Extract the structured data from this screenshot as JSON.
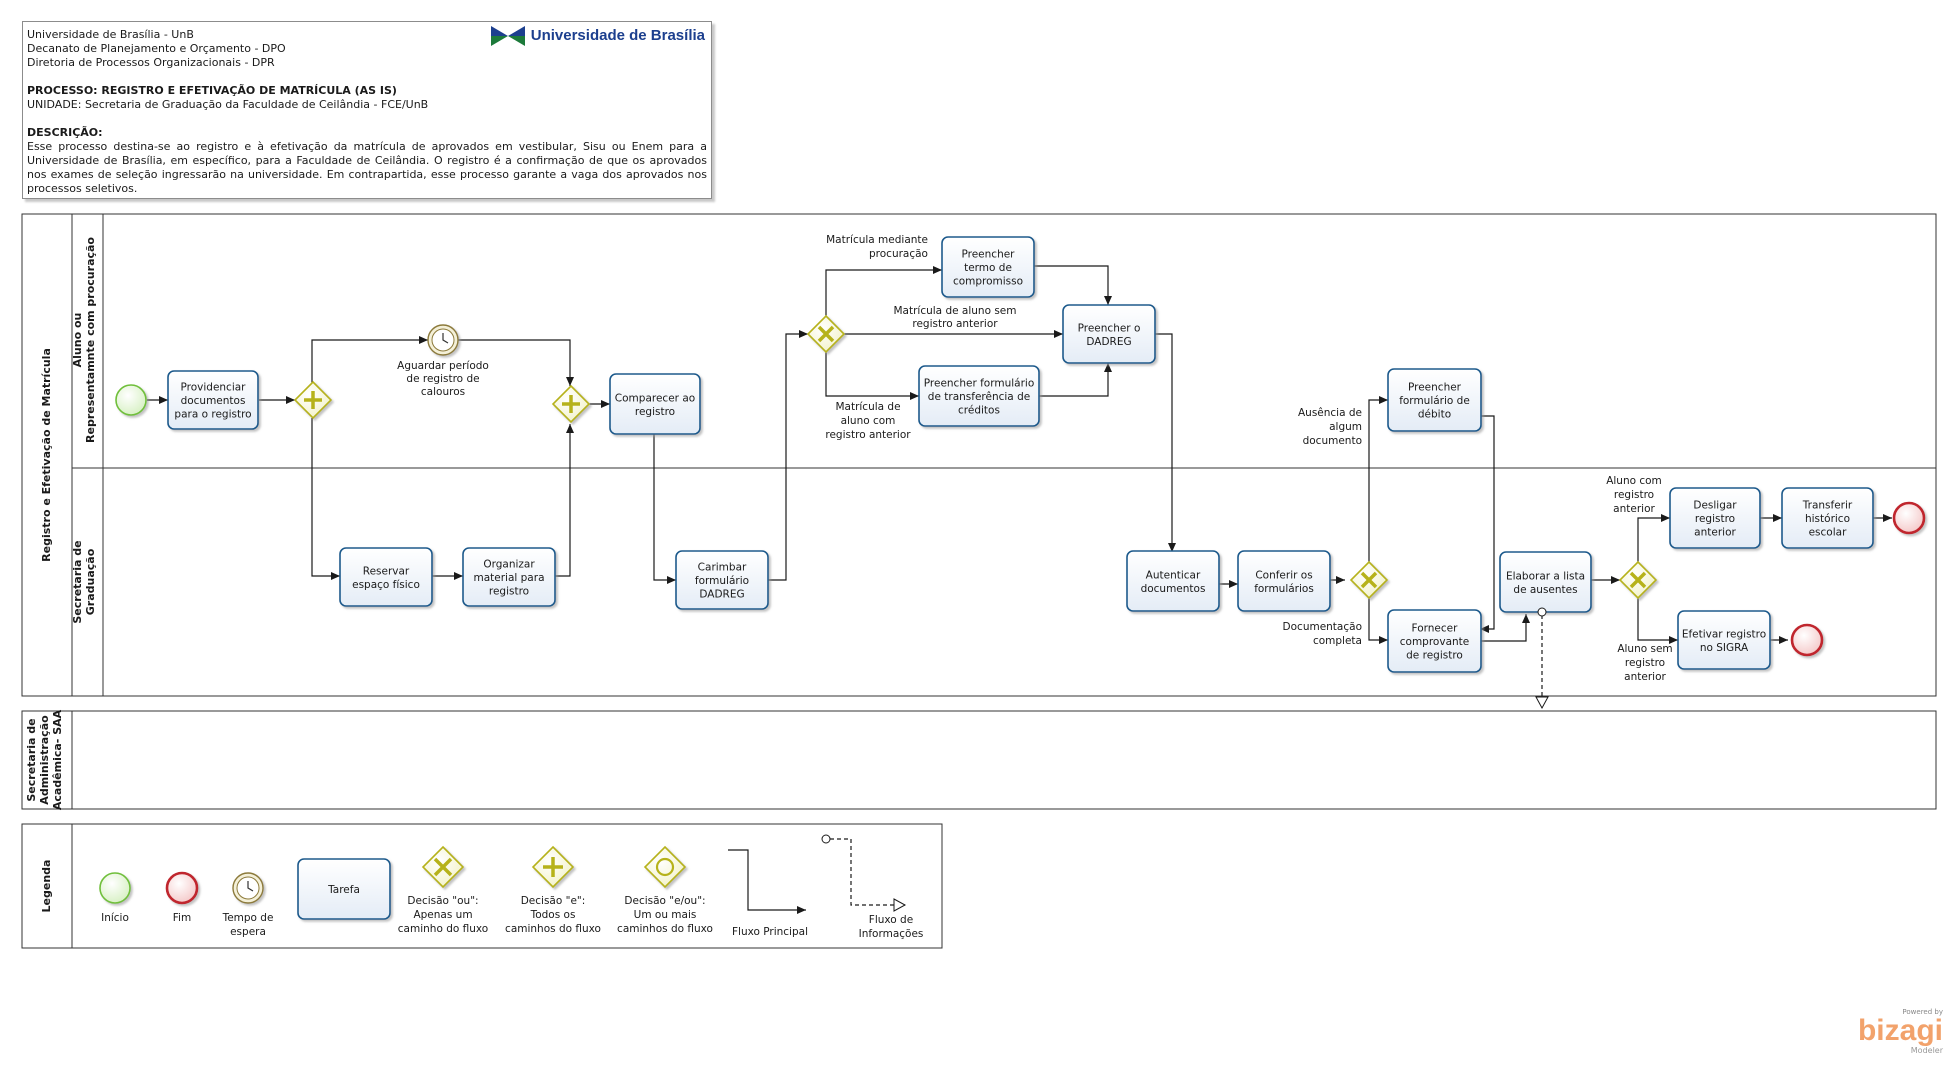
{
  "header": {
    "org_lines": [
      "Universidade de Brasília - UnB",
      "Decanato de Planejamento e Orçamento - DPO",
      "Diretoria de Processos Organizacionais - DPR"
    ],
    "process_line": "PROCESSO: REGISTRO E EFETIVAÇÃO DE MATRÍCULA (AS IS)",
    "unit_line": "UNIDADE: Secretaria de Graduação da Faculdade de Ceilândia - FCE/UnB",
    "description_title": "DESCRIÇÃO:",
    "description": "Esse processo destina-se ao registro e à efetivação da matrícula de aprovados em vestibular, Sisu ou Enem para a Universidade de Brasília, em específico, para a Faculdade de Ceilândia. O registro é a confirmação de que os aprovados nos exames de seleção ingressarão na universidade. Em contrapartida, esse processo garante a vaga dos aprovados nos processos seletivos.",
    "logo_text": "Universidade de Brasília"
  },
  "pools": {
    "main": "Registro e Efetivação de Matrícula",
    "lane_aluno": [
      "Aluno ou",
      "Representamnte com procuração"
    ],
    "lane_secretaria": [
      "Secretaria de",
      "Graduação"
    ],
    "saa": [
      "Secretaria de",
      "Administração",
      "Acadêmica- SAA"
    ],
    "legend": "Legenda"
  },
  "tasks": {
    "providenciar": [
      "Providenciar",
      "documentos",
      "para o registro"
    ],
    "reservar": [
      "Reservar",
      "espaço físico"
    ],
    "organizar": [
      "Organizar",
      "material para",
      "registro"
    ],
    "comparecer": [
      "Comparecer ao",
      "registro"
    ],
    "carimbar": [
      "Carimbar",
      "formulário",
      "DADREG"
    ],
    "termo": [
      "Preencher",
      "termo de",
      "compromisso"
    ],
    "dadreg": [
      "Preencher o",
      "DADREG"
    ],
    "transferencia": [
      "Preencher formulário",
      "de transferência de",
      "créditos"
    ],
    "autenticar": [
      "Autenticar",
      "documentos"
    ],
    "conferir": [
      "Conferir os",
      "formulários"
    ],
    "debito": [
      "Preencher",
      "formulário de",
      "débito"
    ],
    "fornecer": [
      "Fornecer",
      "comprovante",
      "de registro"
    ],
    "ausentes": [
      "Elaborar a lista",
      "de ausentes"
    ],
    "desligar": [
      "Desligar",
      "registro",
      "anterior"
    ],
    "historico": [
      "Transferir",
      "histórico",
      "escolar"
    ],
    "sigra": [
      "Efetivar registro",
      "no SIGRA"
    ]
  },
  "labels": {
    "timer": [
      "Aguardar período",
      "de registro de",
      "calouros"
    ],
    "procuracao": [
      "Matrícula mediante",
      "procuração"
    ],
    "sem_registro": [
      "Matrícula de aluno sem",
      "registro anterior"
    ],
    "com_registro": [
      "Matrícula de",
      "aluno com",
      "registro anterior"
    ],
    "ausencia": [
      "Ausência de",
      "algum",
      "documento"
    ],
    "completa": [
      "Documentação",
      "completa"
    ],
    "aluno_com": [
      "Aluno com",
      "registro",
      "anterior"
    ],
    "aluno_sem": [
      "Aluno sem",
      "registro",
      "anterior"
    ]
  },
  "legend": {
    "inicio": [
      "Início"
    ],
    "fim": [
      "Fim"
    ],
    "espera": [
      "Tempo de",
      "espera"
    ],
    "tarefa": [
      "Tarefa"
    ],
    "ou": [
      "Decisão \"ou\":",
      "Apenas um",
      "caminho do fluxo"
    ],
    "e": [
      "Decisão \"e\":",
      "Todos os",
      "caminhos do fluxo"
    ],
    "eou": [
      "Decisão \"e/ou\":",
      "Um ou mais",
      "caminhos do fluxo"
    ],
    "fluxo": [
      "Fluxo Principal"
    ],
    "info": [
      "Fluxo de",
      "Informações"
    ]
  },
  "footer": {
    "powered": "Powered by",
    "brand": "bizagi",
    "product": "Modeler"
  },
  "colors": {
    "task_border": "#1e5a8c",
    "gateway": "#b6b21a",
    "start": "#6fbf3a",
    "end": "#c0282d"
  }
}
